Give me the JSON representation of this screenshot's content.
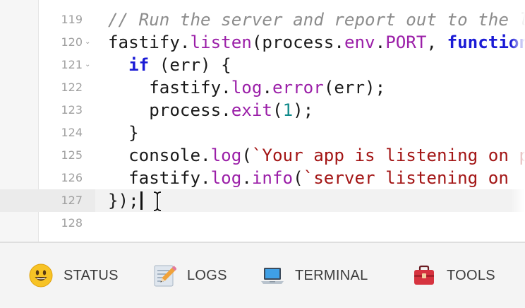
{
  "editor": {
    "lines": [
      {
        "number": "119",
        "fold": "",
        "active": false,
        "tokens": [
          {
            "t": "// Run the server and report out to the logs",
            "c": "comment"
          }
        ]
      },
      {
        "number": "120",
        "fold": "⌄",
        "active": false,
        "tokens": [
          {
            "t": "fastify.",
            "c": ""
          },
          {
            "t": "listen",
            "c": "prop"
          },
          {
            "t": "(process.",
            "c": ""
          },
          {
            "t": "env",
            "c": "prop"
          },
          {
            "t": ".",
            "c": ""
          },
          {
            "t": "PORT",
            "c": "prop"
          },
          {
            "t": ", ",
            "c": ""
          },
          {
            "t": "function",
            "c": "kw"
          }
        ]
      },
      {
        "number": "121",
        "fold": "⌄",
        "active": false,
        "tokens": [
          {
            "t": "  ",
            "c": ""
          },
          {
            "t": "if",
            "c": "kw"
          },
          {
            "t": " (err) {",
            "c": ""
          }
        ]
      },
      {
        "number": "122",
        "fold": "",
        "active": false,
        "tokens": [
          {
            "t": "    fastify.",
            "c": ""
          },
          {
            "t": "log",
            "c": "prop"
          },
          {
            "t": ".",
            "c": ""
          },
          {
            "t": "error",
            "c": "prop"
          },
          {
            "t": "(err);",
            "c": ""
          }
        ]
      },
      {
        "number": "123",
        "fold": "",
        "active": false,
        "tokens": [
          {
            "t": "    process.",
            "c": ""
          },
          {
            "t": "exit",
            "c": "prop"
          },
          {
            "t": "(",
            "c": ""
          },
          {
            "t": "1",
            "c": "num"
          },
          {
            "t": ");",
            "c": ""
          }
        ]
      },
      {
        "number": "124",
        "fold": "",
        "active": false,
        "tokens": [
          {
            "t": "  }",
            "c": ""
          }
        ]
      },
      {
        "number": "125",
        "fold": "",
        "active": false,
        "tokens": [
          {
            "t": "  console.",
            "c": ""
          },
          {
            "t": "log",
            "c": "prop"
          },
          {
            "t": "(",
            "c": ""
          },
          {
            "t": "`Your app is listening on port",
            "c": "str"
          }
        ]
      },
      {
        "number": "126",
        "fold": "",
        "active": false,
        "tokens": [
          {
            "t": "  fastify.",
            "c": ""
          },
          {
            "t": "log",
            "c": "prop"
          },
          {
            "t": ".",
            "c": ""
          },
          {
            "t": "info",
            "c": "prop"
          },
          {
            "t": "(",
            "c": ""
          },
          {
            "t": "`server listening on",
            "c": "str"
          }
        ]
      },
      {
        "number": "127",
        "fold": "",
        "active": true,
        "tokens": [
          {
            "t": "});",
            "c": ""
          }
        ]
      },
      {
        "number": "128",
        "fold": "",
        "active": false,
        "tokens": []
      }
    ]
  },
  "bottom_bar": {
    "status_label": "STATUS",
    "logs_label": "LOGS",
    "terminal_label": "TERMINAL",
    "tools_label": "TOOLS",
    "icons": {
      "status": "smiley-icon",
      "logs": "memo-pencil-icon",
      "terminal": "laptop-icon",
      "tools": "toolbox-icon"
    }
  },
  "colors": {
    "comment": "#8c8c8c",
    "keyword": "#1b1bd6",
    "property": "#9b1fa8",
    "string": "#a31515",
    "number": "#0f8a8a",
    "line_number": "#a0a0a0"
  }
}
